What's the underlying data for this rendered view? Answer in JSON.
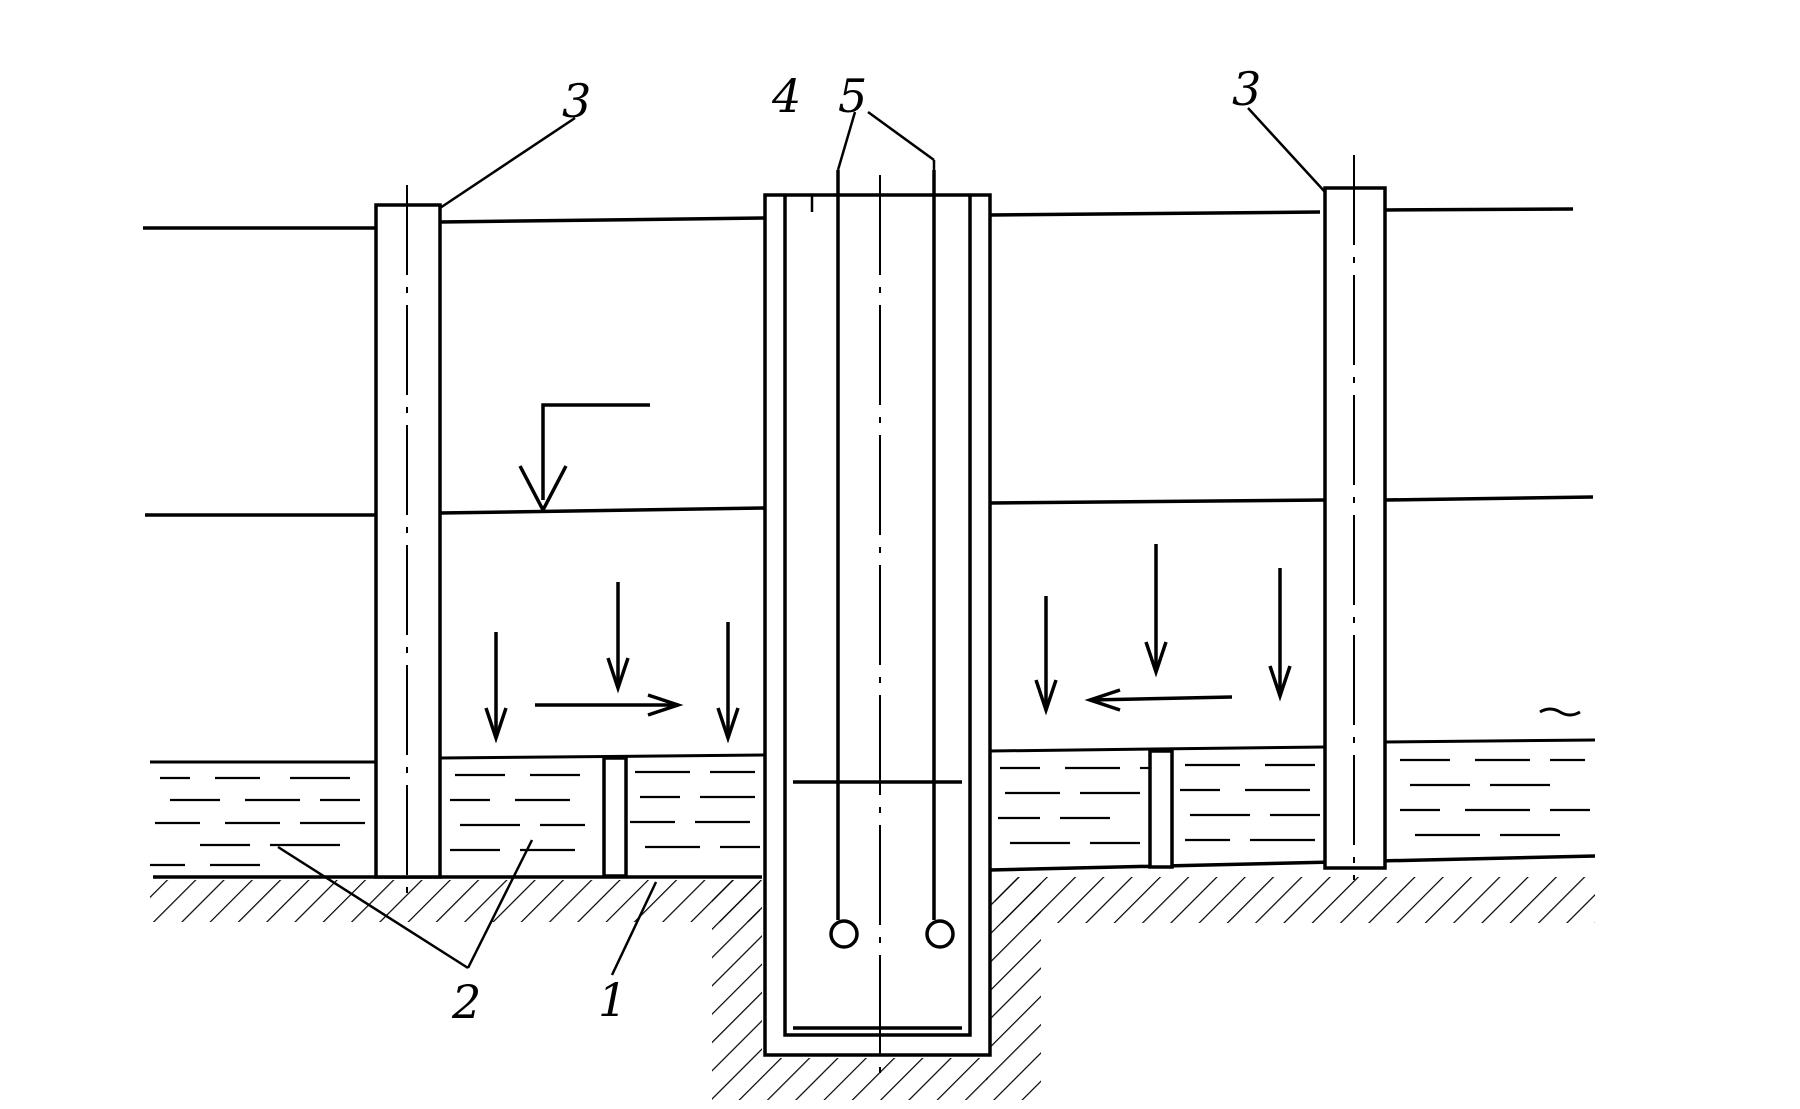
{
  "diagram": {
    "callouts": {
      "pile_left": "3",
      "pile_right": "3",
      "well_casing": "4",
      "pumps": "5",
      "water_zone": "2",
      "aquitard": "1"
    },
    "stroke_color": "#000000",
    "background_color": "#ffffff"
  }
}
